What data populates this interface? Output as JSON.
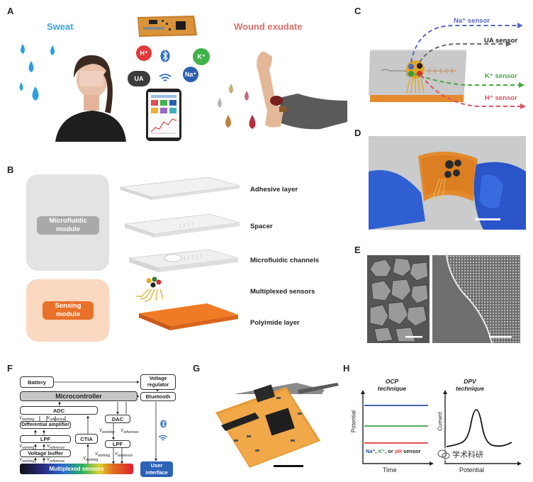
{
  "panels": {
    "A": "A",
    "B": "B",
    "C": "C",
    "D": "D",
    "E": "E",
    "F": "F",
    "G": "G",
    "H": "H"
  },
  "panel_a": {
    "sweat": "Sweat",
    "wound_exudate": "Wound exudate",
    "h_ion": "H⁺",
    "k_ion": "K⁺",
    "na_ion": "Na⁺",
    "ua": "UA",
    "colors": {
      "sweat_drop": "#2f9fe0",
      "h": "#e03a3a",
      "k": "#3fb24a",
      "na": "#2d5fb0",
      "ua": "#3c3c3c",
      "title_sweat": "#3aa2e0",
      "title_wound": "#d9706e"
    }
  },
  "panel_b": {
    "microfluidic_module": "Microfluidic\nmodule",
    "sensing_module": "Sensing\nmodule",
    "layers": [
      "Adhesive layer",
      "Spacer",
      "Microfluidic channels",
      "Multiplexed sensors",
      "Polyimide layer"
    ],
    "colors": {
      "module_gray": "#e3e3e3",
      "module_orange": "#fbd8c2",
      "badge_gray": "#a9a9a9",
      "badge_orange": "#e9722a",
      "polyimide": "#ef7b24"
    }
  },
  "panel_c": {
    "sensors": [
      "Na⁺ sensor",
      "UA sensor",
      "K⁺ sensor",
      "H⁺ sensor"
    ],
    "colors": {
      "na": "#5866c4",
      "ua": "#6b6b6b",
      "k": "#4aa83e",
      "h": "#e05060"
    }
  },
  "panel_f": {
    "battery": "Battery",
    "voltage_regulator": "Voltage\nregulator",
    "microcontroller": "Microcontroller",
    "bluetooth": "Bluetooth",
    "adc": "ADC",
    "differential_amplifier": "Differential amplifier",
    "lpf": "LPF",
    "voltage_buffer": "Voltage buffer",
    "ctia": "CTIA",
    "dac": "DAC",
    "lpf2": "LPF",
    "multiplexed_sensors": "Multiplexed sensors",
    "user_interface": "User\ninterface",
    "v_working": "V",
    "working_sub": "working",
    "reference_sub": "reference"
  },
  "panel_h": {
    "ocp_title": "OCP\ntechnique",
    "dpv_title": "DPV\ntechnique",
    "potential_y": "Potential",
    "time_x": "Time",
    "current_y": "Current",
    "potential_x": "Potential",
    "legend_na": "Na⁺",
    "legend_sep1": ", ",
    "legend_k": "K⁺",
    "legend_sep2": ", or ",
    "legend_ph": "pH",
    "legend_tail": " sensor",
    "watermark": "学术科研",
    "colors": {
      "na": "#2d4fa0",
      "k": "#3aa646",
      "ph": "#e03a3a"
    }
  }
}
